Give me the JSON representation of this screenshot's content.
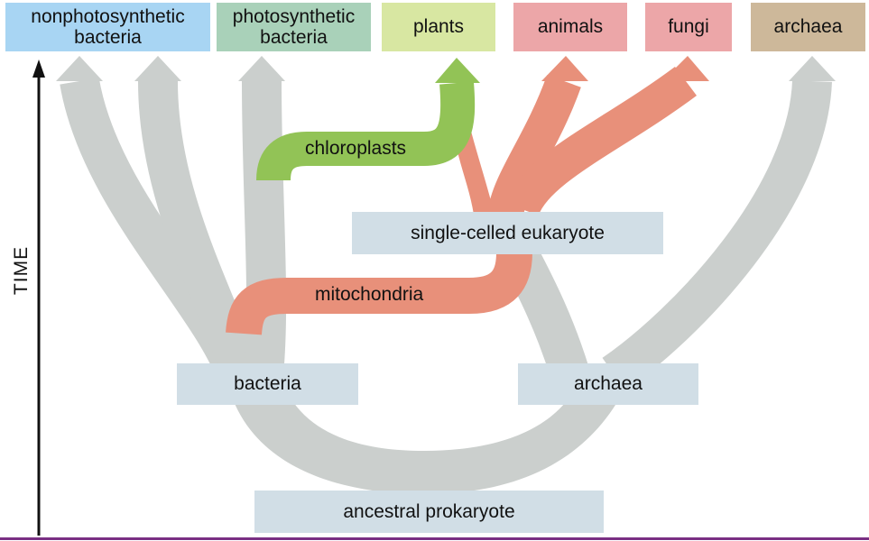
{
  "colors": {
    "gray": "#cbcfcd",
    "chloroplast_green": "#92c356",
    "mitochondria_red": "#e8907a",
    "nonphoto_bg": "#a8d5f3",
    "photo_bg": "#a9d1b9",
    "plants_bg": "#d8e7a2",
    "animals_bg": "#eca6a8",
    "fungi_bg": "#eca6a8",
    "archaea_top_bg": "#cdb89a",
    "node_bg": "#d1dee6",
    "frame": "#7a2f83"
  },
  "top_groups": {
    "nonphotosynthetic_bacteria": "nonphotosynthetic\nbacteria",
    "photosynthetic_bacteria": "photosynthetic\nbacteria",
    "plants": "plants",
    "animals": "animals",
    "fungi": "fungi",
    "archaea": "archaea"
  },
  "nodes": {
    "single_celled_eukaryote": "single-celled eukaryote",
    "bacteria": "bacteria",
    "archaea": "archaea",
    "ancestral_prokaryote": "ancestral prokaryote"
  },
  "flows": {
    "chloroplasts": "chloroplasts",
    "mitochondria": "mitochondria"
  },
  "axis": {
    "time": "TIME"
  }
}
